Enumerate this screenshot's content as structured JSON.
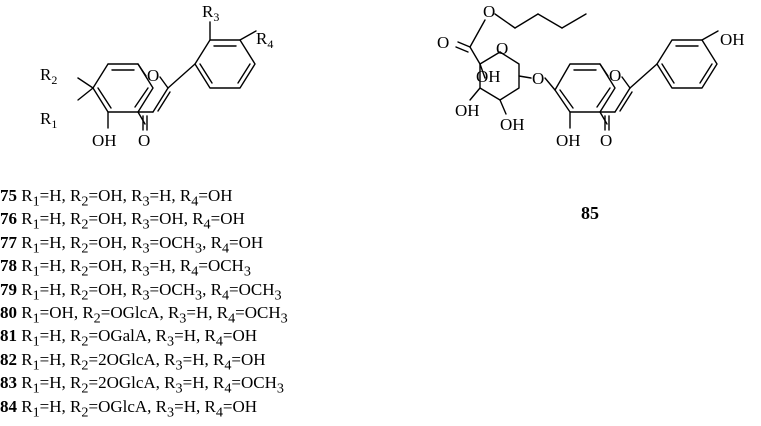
{
  "left_structure": {
    "labels": {
      "r3": "R3",
      "r4": "R4",
      "r2": "R2",
      "r1": "R1",
      "ring_oxygen": "O",
      "carbonyl_oxygen": "O",
      "hydroxyl": "OH"
    }
  },
  "compounds": [
    {
      "num": "75",
      "r1": "H",
      "r2": "OH",
      "r3": "H",
      "r4": "OH"
    },
    {
      "num": "76",
      "r1": "H",
      "r2": "OH",
      "r3": "OH",
      "r4": "OH"
    },
    {
      "num": "77",
      "r1": "H",
      "r2": "OH",
      "r3": "OCH3",
      "r4": "OH"
    },
    {
      "num": "78",
      "r1": "H",
      "r2": "OH",
      "r3": "H",
      "r4": "OCH3"
    },
    {
      "num": "79",
      "r1": "H",
      "r2": "OH",
      "r3": "OCH3",
      "r4": "OCH3"
    },
    {
      "num": "80",
      "r1": "OH",
      "r2": "OGlcA",
      "r3": "H",
      "r4": "OCH3"
    },
    {
      "num": "81",
      "r1": "H",
      "r2": "OGalA",
      "r3": "H",
      "r4": "OH"
    },
    {
      "num": "82",
      "r1": "H",
      "r2": "2OGlcA",
      "r3": "H",
      "r4": "OH"
    },
    {
      "num": "83",
      "r1": "H",
      "r2": "2OGlcA",
      "r3": "H",
      "r4": "OCH3"
    },
    {
      "num": "84",
      "r1": "H",
      "r2": "OGlcA",
      "r3": "H",
      "r4": "OH"
    }
  ],
  "right_structure": {
    "compound_number": "85",
    "labels": {
      "ester_oxygen": "O",
      "carbonyl_oxygen": "O",
      "sugar_ring_oxygen": "O",
      "sugar_hydroxyl_top": "OH",
      "sugar_hydroxyl_left": "OH",
      "sugar_hydroxyl_right": "OH",
      "glycosidic_oxygen": "O",
      "chromone_ring_oxygen": "O",
      "chromone_carbonyl_oxygen": "O",
      "chromone_hydroxyl": "OH",
      "phenyl_hydroxyl": "OH"
    }
  }
}
